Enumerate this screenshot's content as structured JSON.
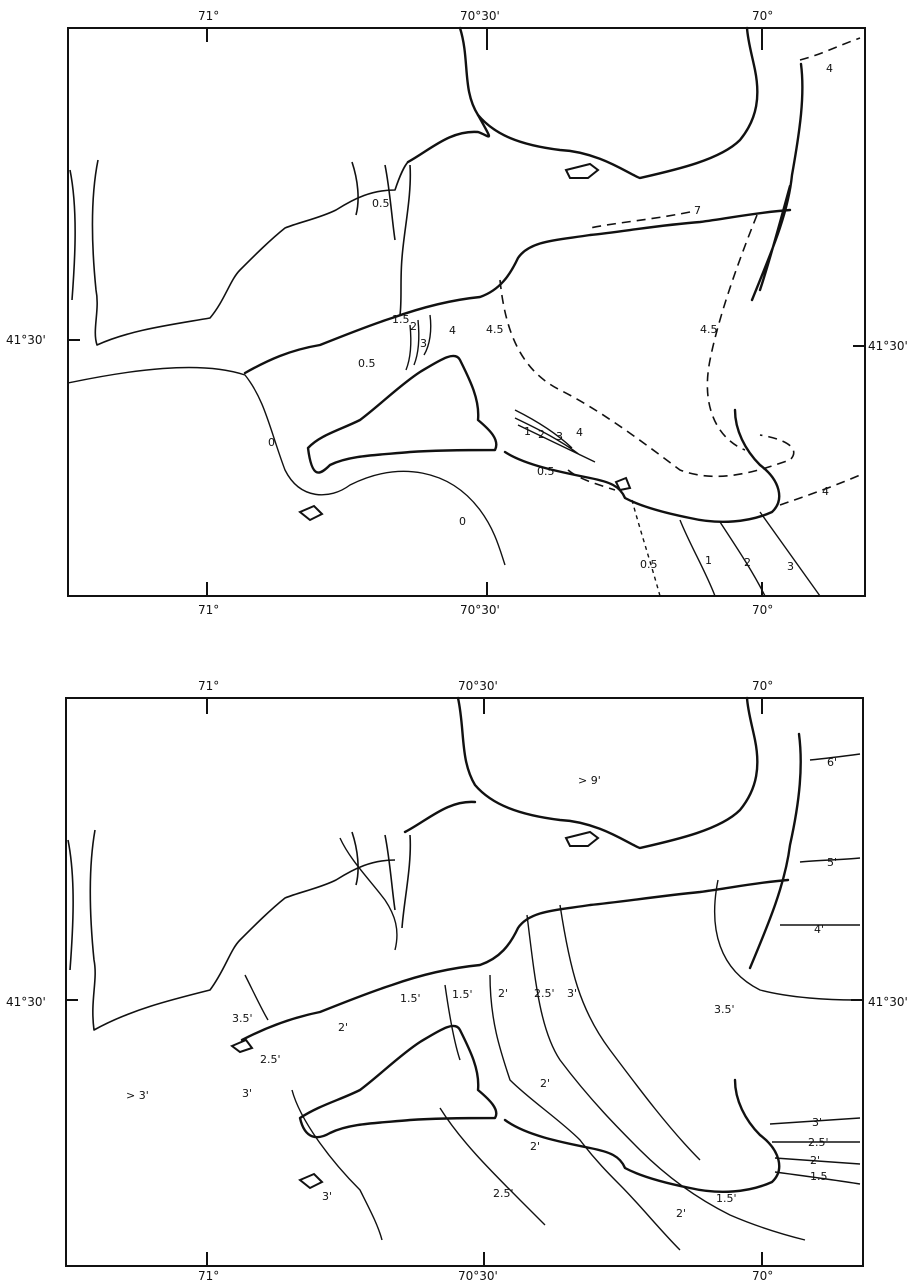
{
  "map_top": {
    "axis": {
      "top": [
        "71°",
        "70°30'",
        "70°"
      ],
      "bottom": [
        "71°",
        "70°30'",
        "70°"
      ],
      "left": "41°30'",
      "right": "41°30'"
    },
    "contour_labels": [
      "4",
      "0.5",
      "7",
      "4.5",
      "4.5",
      "1.5",
      "2",
      "3",
      "4",
      "0.5",
      "1",
      "2",
      "3",
      "4",
      "0.5",
      "0",
      "0",
      "4",
      "0.5",
      "1",
      "2",
      "3"
    ]
  },
  "map_bottom": {
    "axis": {
      "top": [
        "71°",
        "70°30'",
        "70°"
      ],
      "bottom": [
        "71°",
        "70°30'",
        "70°"
      ],
      "left": "41°30'",
      "right": "41°30'"
    },
    "contour_labels": [
      "> 9'",
      "6'",
      "5'",
      "4'",
      "3.5'",
      "1.5'",
      "1.5'",
      "2'",
      "2.5'",
      "3'",
      "3.5'",
      "2'",
      "2.5'",
      "3'",
      "2'",
      "2'",
      "2.5'",
      "3'",
      "2'",
      "1.5'",
      "3'",
      "2.5'",
      "2'",
      "1.5",
      "> 3'"
    ]
  }
}
